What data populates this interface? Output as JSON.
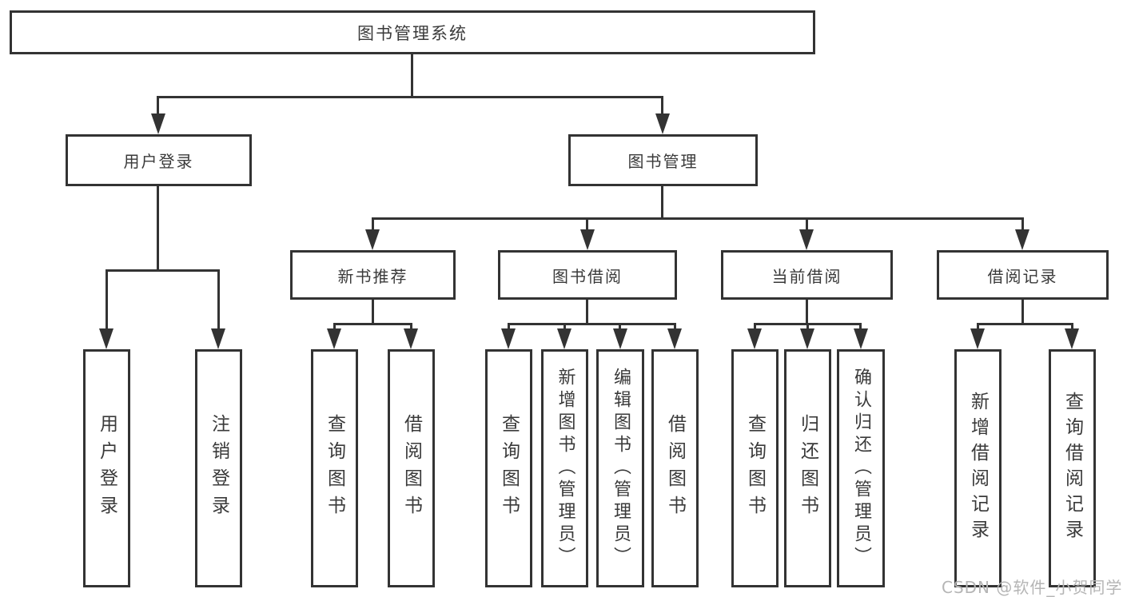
{
  "nodes": {
    "root": "图书管理系统",
    "user_login": "用户登录",
    "book_management": "图书管理",
    "new_book_recommend": "新书推荐",
    "book_borrowing": "图书借阅",
    "current_borrowing": "当前借阅",
    "borrowing_records": "借阅记录",
    "leaf_user_login": "用户登录",
    "leaf_logout": "注销登录",
    "leaf_nb_query_books": "查询图书",
    "leaf_nb_borrow_books": "借阅图书",
    "leaf_bb_query_books": "查询图书",
    "leaf_bb_add_books": "新增图书（管理员）",
    "leaf_bb_edit_books": "编辑图书（管理员）",
    "leaf_bb_borrow_books": "借阅图书",
    "leaf_cb_query_books": "查询图书",
    "leaf_cb_return_books": "归还图书",
    "leaf_cb_confirm_return": "确认归还（管理员）",
    "leaf_br_add_record": "新增借阅记录",
    "leaf_br_query_record": "查询借阅记录"
  },
  "watermark": "CSDN @软件_小贺同学",
  "colors": {
    "line": "#333333",
    "background": "#ffffff",
    "watermark": "#b5b5b5"
  }
}
